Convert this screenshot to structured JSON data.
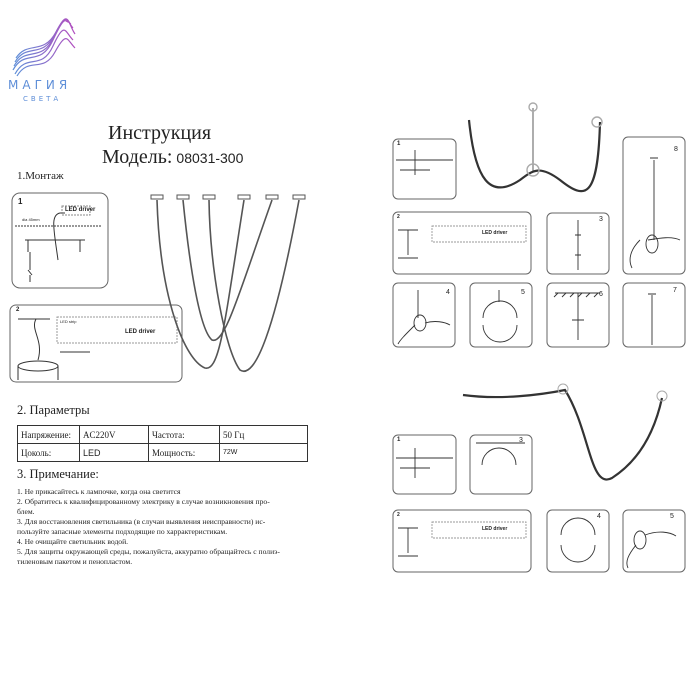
{
  "logo": {
    "line1": "МАГИЯ",
    "line2": "СВЕТА",
    "colors": {
      "purple": "#9b4fc4",
      "blue": "#5f8fd8"
    }
  },
  "header": {
    "title": "Инструкция",
    "model_label": "Модель:",
    "model_number": "08031-300"
  },
  "section1": {
    "heading": "1.Монтаж"
  },
  "diagram_labels": {
    "led_driver": "LED driver",
    "led_strip": "LED strip",
    "dia": "dia 45mm"
  },
  "steps": [
    "1",
    "2",
    "3",
    "4",
    "5",
    "6",
    "7",
    "8"
  ],
  "section2": {
    "heading": "2. Параметры",
    "rows": [
      [
        "Напряжение:",
        "AC220V",
        "Частота:",
        "50 Гц"
      ],
      [
        "Цоколь:",
        "LED",
        "Мощность:",
        "72W"
      ]
    ]
  },
  "section3": {
    "heading": "3. Примечание:",
    "notes": [
      "1. Не прикасайтесь к лампочке, когда она светится",
      "2. Обратитесь к квалифицированному электрику в случае возникновения про-",
      "блем.",
      "3. Для восстановления светильника (в случаи выявления неисправности) ис-",
      "пользуйте запасные элементы подходящие по харрактеристикам.",
      "4. Не очищайте  светильник водой.",
      "5. Для защиты окружающей среды, пожалуйста, аккуратно обращайтесь с полиэ-",
      "тиленовым пакетом и пенопластом."
    ]
  }
}
